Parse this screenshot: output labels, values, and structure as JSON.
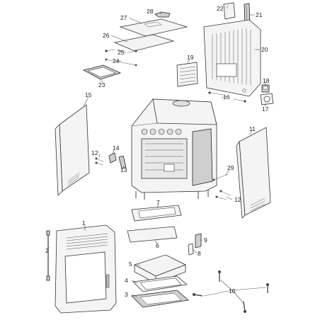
{
  "diagram": {
    "callouts": [
      {
        "id": "c1",
        "label": "1"
      },
      {
        "id": "c2",
        "label": "2"
      },
      {
        "id": "c3",
        "label": "3"
      },
      {
        "id": "c4",
        "label": "4"
      },
      {
        "id": "c5",
        "label": "5"
      },
      {
        "id": "c6",
        "label": "6"
      },
      {
        "id": "c7",
        "label": "7"
      },
      {
        "id": "c8",
        "label": "8"
      },
      {
        "id": "c9",
        "label": "9"
      },
      {
        "id": "c10",
        "label": "10"
      },
      {
        "id": "c11",
        "label": "11"
      },
      {
        "id": "c12a",
        "label": "12"
      },
      {
        "id": "c12b",
        "label": "12"
      },
      {
        "id": "c13",
        "label": "13"
      },
      {
        "id": "c14",
        "label": "14"
      },
      {
        "id": "c15",
        "label": "15"
      },
      {
        "id": "c16",
        "label": "16"
      },
      {
        "id": "c17",
        "label": "17"
      },
      {
        "id": "c18",
        "label": "18"
      },
      {
        "id": "c19",
        "label": "19"
      },
      {
        "id": "c20",
        "label": "20"
      },
      {
        "id": "c21",
        "label": "21"
      },
      {
        "id": "c22",
        "label": "22"
      },
      {
        "id": "c23",
        "label": "23"
      },
      {
        "id": "c24",
        "label": "24"
      },
      {
        "id": "c25",
        "label": "25"
      },
      {
        "id": "c26",
        "label": "26"
      },
      {
        "id": "c27",
        "label": "27"
      },
      {
        "id": "c28",
        "label": "28"
      },
      {
        "id": "c29",
        "label": "29"
      }
    ]
  }
}
